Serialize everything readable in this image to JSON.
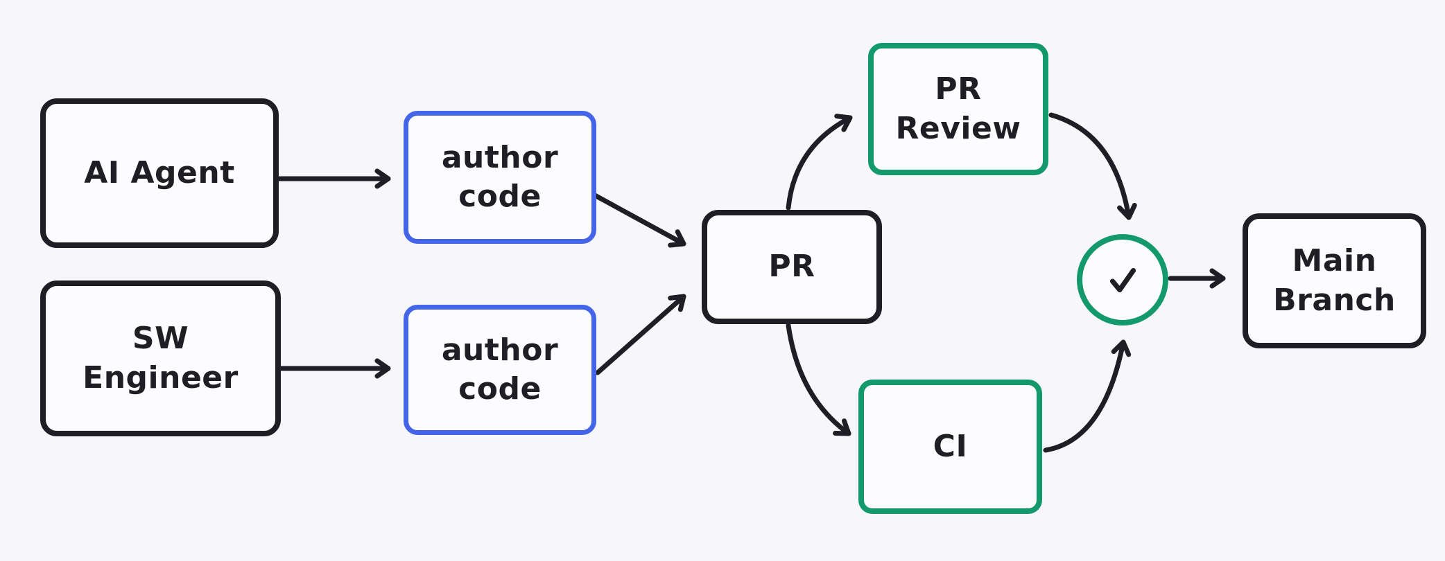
{
  "diagram": {
    "title": "ai-and-engineer-pr-workflow",
    "background_color": "#f7f7fb",
    "colors": {
      "ink": "#1e1e24",
      "node_fill": "#fcfcfe",
      "accent_blue": "#4565e8",
      "accent_green": "#14996c"
    },
    "nodes": {
      "ai_agent": {
        "label": "AI Agent",
        "stroke": "black"
      },
      "sw_engineer": {
        "label": "SW\nEngineer",
        "stroke": "black"
      },
      "author_code_top": {
        "label": "author\ncode",
        "stroke": "blue"
      },
      "author_code_bottom": {
        "label": "author\ncode",
        "stroke": "blue"
      },
      "pr": {
        "label": "PR",
        "stroke": "black"
      },
      "pr_review": {
        "label": "PR\nReview",
        "stroke": "green"
      },
      "ci": {
        "label": "CI",
        "stroke": "green"
      },
      "approval": {
        "label": "",
        "stroke": "green",
        "icon": "checkmark"
      },
      "main_branch": {
        "label": "Main\nBranch",
        "stroke": "black"
      }
    },
    "edges": [
      {
        "from": "ai_agent",
        "to": "author_code_top"
      },
      {
        "from": "sw_engineer",
        "to": "author_code_bottom"
      },
      {
        "from": "author_code_top",
        "to": "pr"
      },
      {
        "from": "author_code_bottom",
        "to": "pr"
      },
      {
        "from": "pr",
        "to": "pr_review"
      },
      {
        "from": "pr",
        "to": "ci"
      },
      {
        "from": "pr_review",
        "to": "approval"
      },
      {
        "from": "ci",
        "to": "approval"
      },
      {
        "from": "approval",
        "to": "main_branch"
      }
    ]
  }
}
